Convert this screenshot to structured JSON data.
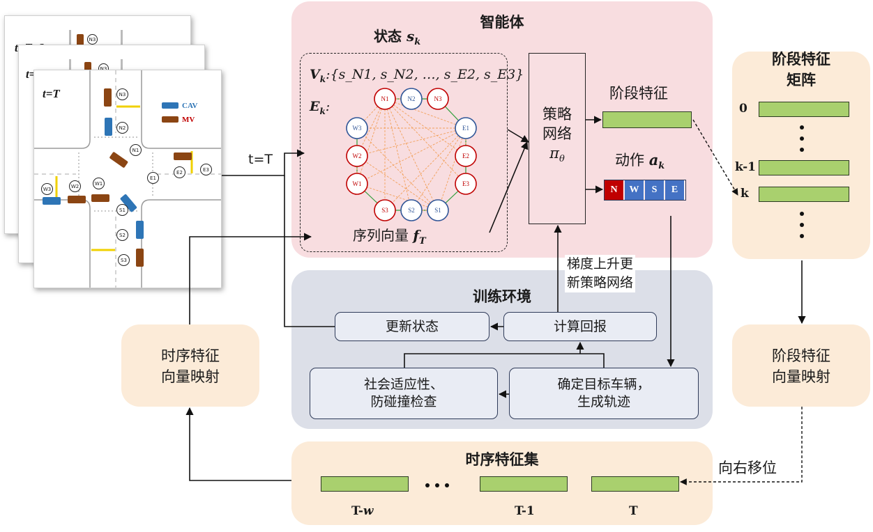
{
  "agent": {
    "title": "智能体",
    "state_label": "状态",
    "state_sym": "s",
    "state_sub": "k",
    "vk_sym": "V",
    "vk_sub": "k",
    "vk_set": ":{s_N1, s_N2, …, s_E2, s_E3}",
    "ek_sym": "E",
    "ek_sub": "k",
    "ek_colon": ":",
    "seq_label": "序列向量",
    "seq_sym": "f",
    "seq_sub": "T",
    "policy_line1": "策略",
    "policy_line2": "网络",
    "policy_sym": "π",
    "policy_sub": "θ",
    "stage_feat_label": "阶段特征",
    "action_label": "动作",
    "action_sym": "a",
    "action_sub": "k",
    "actions": [
      {
        "label": "N",
        "color": "#c00000"
      },
      {
        "label": "W",
        "color": "#4472c4"
      },
      {
        "label": "S",
        "color": "#4472c4"
      },
      {
        "label": "E",
        "color": "#4472c4"
      }
    ]
  },
  "graph": {
    "nodes": [
      {
        "label": "N1",
        "color": "#c00000"
      },
      {
        "label": "N2",
        "color": "#2f5597"
      },
      {
        "label": "N3",
        "color": "#c00000"
      },
      {
        "label": "E1",
        "color": "#2f5597"
      },
      {
        "label": "E2",
        "color": "#c00000"
      },
      {
        "label": "E3",
        "color": "#c00000"
      },
      {
        "label": "S1",
        "color": "#2f5597"
      },
      {
        "label": "S2",
        "color": "#2f5597"
      },
      {
        "label": "S3",
        "color": "#c00000"
      },
      {
        "label": "W1",
        "color": "#c00000"
      },
      {
        "label": "W2",
        "color": "#c00000"
      },
      {
        "label": "W3",
        "color": "#2f5597"
      }
    ]
  },
  "scene": {
    "slices": [
      "t=T+2",
      "t=T+1",
      "t=T"
    ],
    "cav_legend": "CAV",
    "mv_legend": "MV",
    "intersection_nodes": [
      "N3",
      "N2",
      "N1",
      "E1",
      "E2",
      "E3",
      "W3",
      "W2",
      "W1",
      "S1",
      "S2",
      "S3"
    ],
    "cav_color": "#2e75b6",
    "mv_color": "#8b4513"
  },
  "input_label": "t=T",
  "gradient_label_line1": "梯度上升更",
  "gradient_label_line2": "新策略网络",
  "env": {
    "title": "训练环境",
    "update_state": "更新状态",
    "compute_return": "计算回报",
    "social_line1": "社会适应性、",
    "social_line2": "防碰撞检查",
    "target_line1": "确定目标车辆，",
    "target_line2": "生成轨迹"
  },
  "stage_matrix": {
    "title_line1": "阶段特征",
    "title_line2": "矩阵",
    "rows": [
      "0",
      "k-1",
      "k"
    ]
  },
  "stage_mapping": {
    "line1": "阶段特征",
    "line2": "向量映射"
  },
  "temporal_mapping": {
    "line1": "时序特征",
    "line2": "向量映射"
  },
  "temporal_set": {
    "title": "时序特征集",
    "labels": [
      "T-",
      "w",
      "T-1",
      "T"
    ]
  },
  "shift_label": "向右移位",
  "colors": {
    "agent_panel": "#f8dde0",
    "env_panel": "#dcdfe8",
    "peach_panel": "#fcebd8",
    "bar": "#a9d06e",
    "arrow": "#111111"
  }
}
